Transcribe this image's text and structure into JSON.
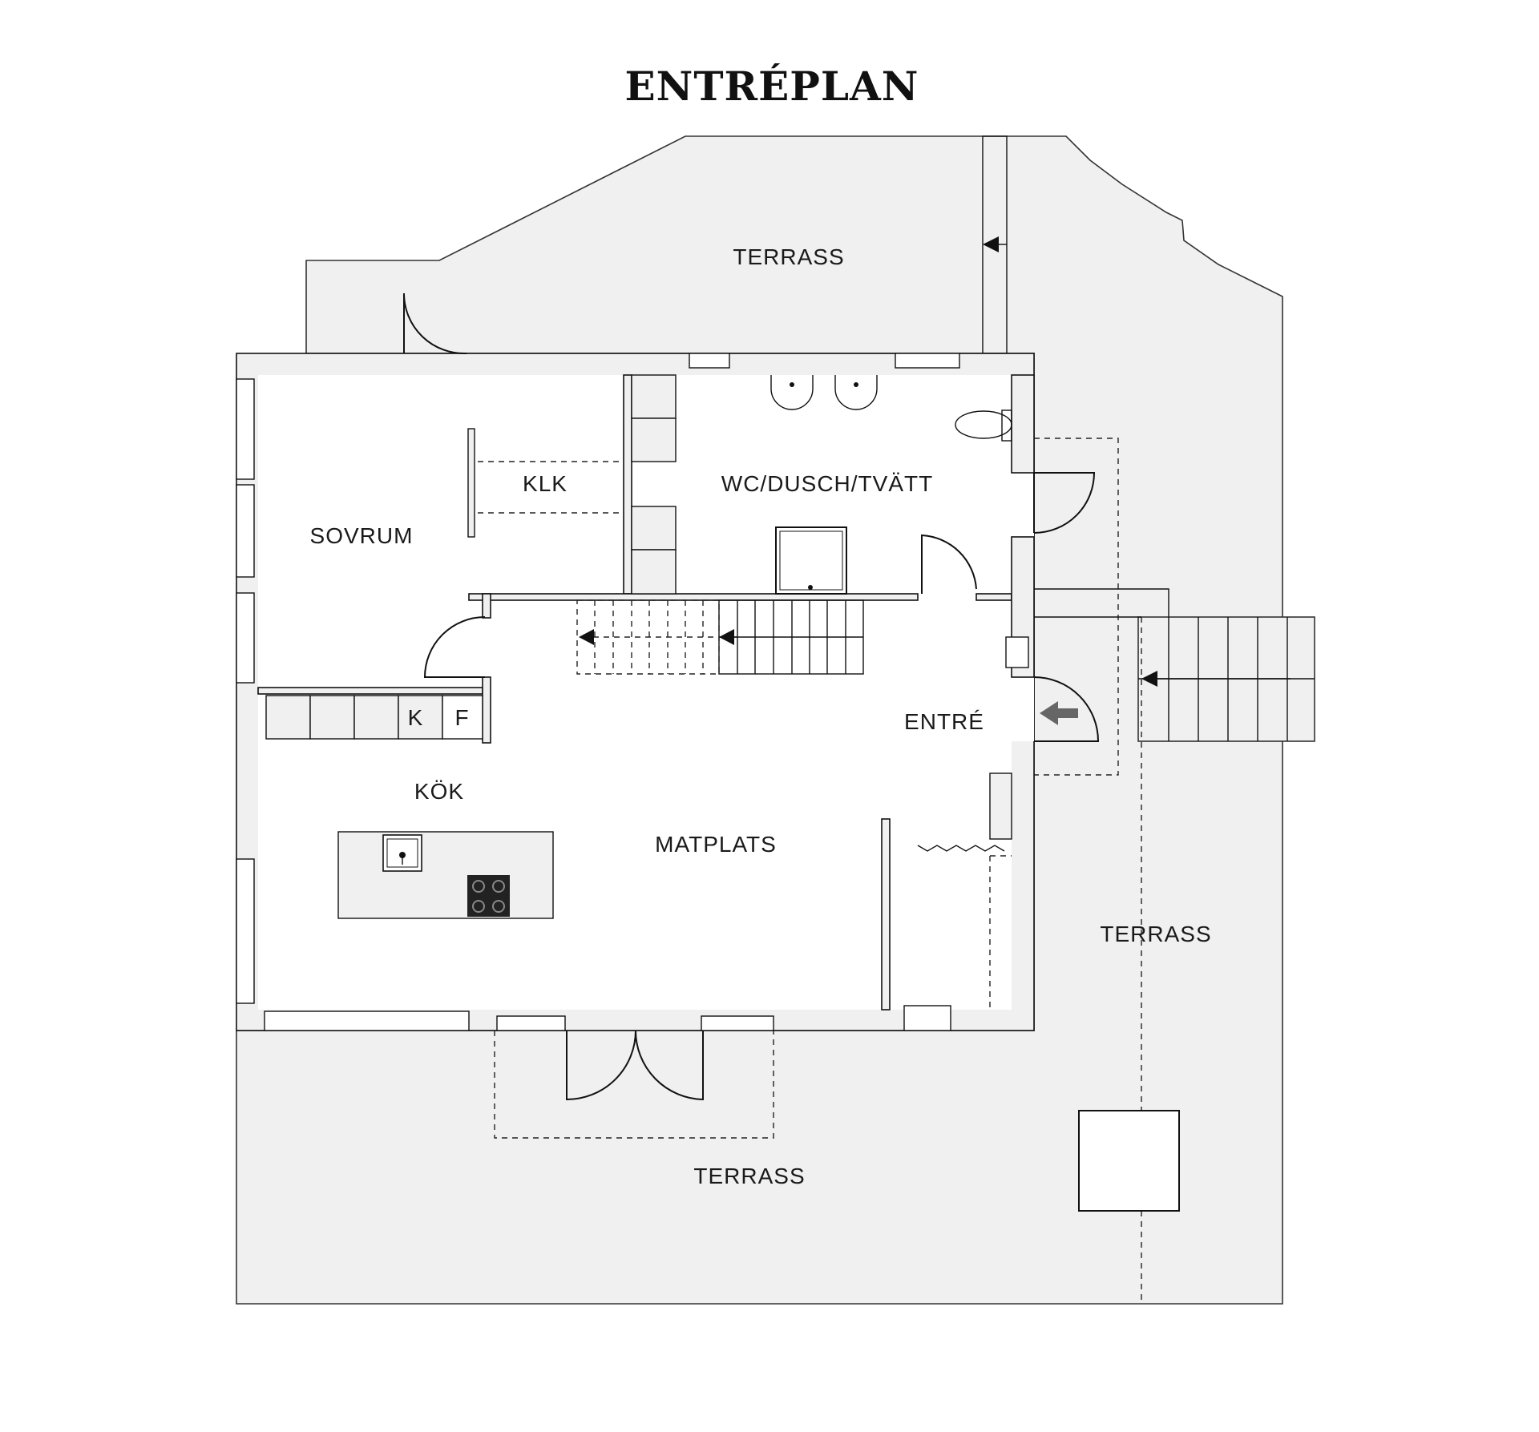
{
  "plan": {
    "title": "ENTRÉPLAN"
  },
  "rooms": {
    "terrace_north": "TERRASS",
    "terrace_east": "TERRASS",
    "terrace_south": "TERRASS",
    "klk": "KLK",
    "wc": "WC/DUSCH/TVÄTT",
    "sovrum": "SOVRUM",
    "entre": "ENTRÉ",
    "kok": "KÖK",
    "matplats": "MATPLATS"
  },
  "fixtures": {
    "fridge_k": "K",
    "freezer_f": "F"
  },
  "colors": {
    "terrace_fill": "#f0f0f0",
    "wall_fill": "#f0f0f0",
    "line": "#111111"
  }
}
